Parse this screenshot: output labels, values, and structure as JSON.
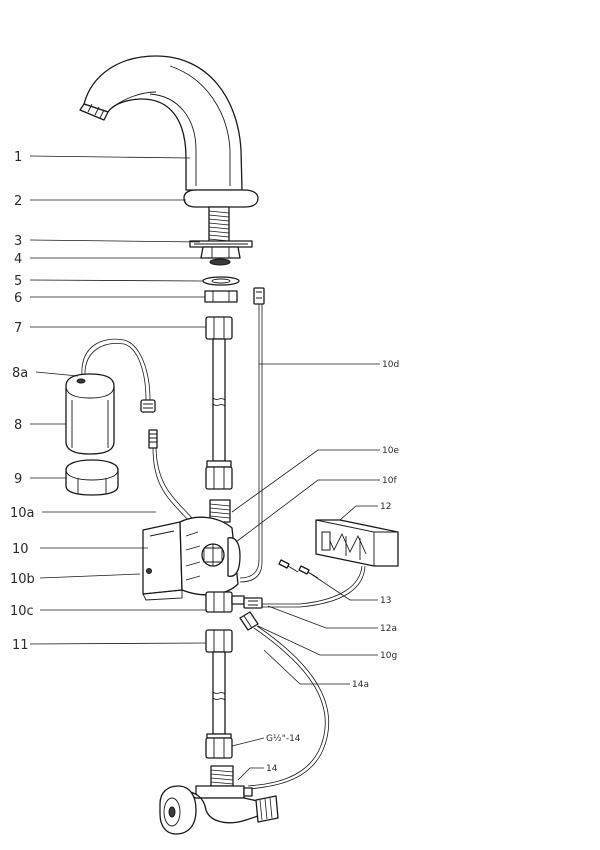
{
  "labels": {
    "l1": "1",
    "l2": "2",
    "l3": "3",
    "l4": "4",
    "l5": "5",
    "l6": "6",
    "l7": "7",
    "l8a": "8a",
    "l8": "8",
    "l9": "9",
    "l10a": "10a",
    "l10": "10",
    "l10b": "10b",
    "l10c": "10c",
    "l11": "11",
    "l10d": "10d",
    "l10e": "10e",
    "l10f": "10f",
    "l12": "12",
    "l13": "13",
    "l12a": "12a",
    "l10g": "10g",
    "l14a": "14a",
    "l14": "14",
    "thread_spec": "G½\"-14"
  }
}
